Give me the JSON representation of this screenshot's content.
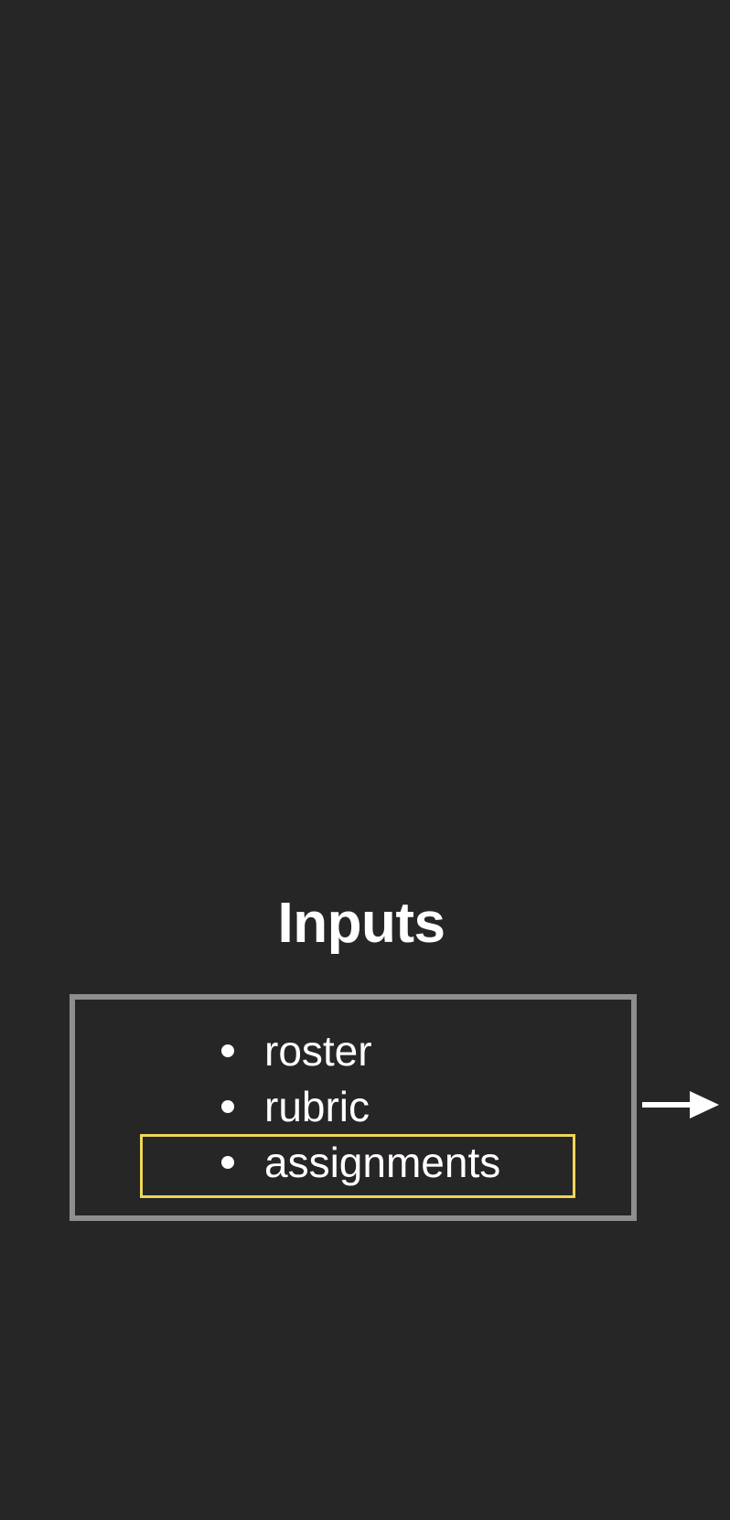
{
  "diagram": {
    "title": "Inputs",
    "items": [
      {
        "label": "roster",
        "highlighted": false
      },
      {
        "label": "rubric",
        "highlighted": false
      },
      {
        "label": "assignments",
        "highlighted": true
      }
    ],
    "colors": {
      "background": "#252625",
      "box_border": "#8e8e8e",
      "highlight_border": "#efd65a",
      "text": "#ffffff",
      "arrow": "#ffffff"
    },
    "arrow_direction": "right"
  }
}
